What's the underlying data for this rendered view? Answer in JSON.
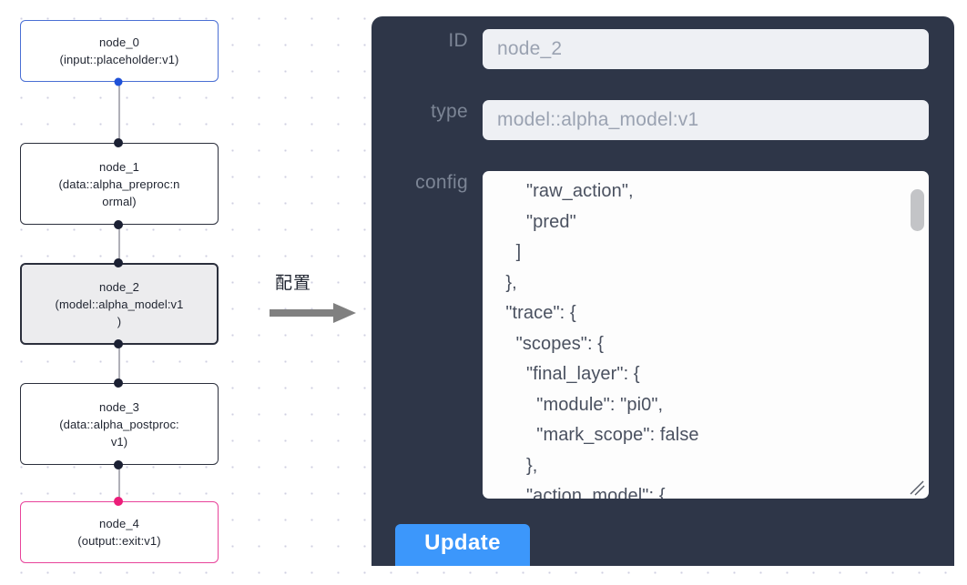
{
  "canvas": {
    "nodes": [
      {
        "id": "node_0",
        "title": "node_0",
        "subtitle": "(input::placeholder:v1)",
        "kind": "input"
      },
      {
        "id": "node_1",
        "title": "node_1",
        "subtitle": "(data::alpha_preproc:n\normal)",
        "kind": "default"
      },
      {
        "id": "node_2",
        "title": "node_2",
        "subtitle": "(model::alpha_model:v1\n)",
        "kind": "selected"
      },
      {
        "id": "node_3",
        "title": "node_3",
        "subtitle": "(data::alpha_postproc:\nv1)",
        "kind": "default"
      },
      {
        "id": "node_4",
        "title": "node_4",
        "subtitle": "(output::exit:v1)",
        "kind": "output"
      }
    ],
    "colors": {
      "input_border": "#4a6fd4",
      "output_border": "#e8439a",
      "default_border": "#2b2f3c",
      "selected_fill": "#ececee",
      "edge": "#b0b0b8",
      "handle": "#1b2033",
      "handle_input": "#1f51d8",
      "handle_output": "#ec1d79"
    }
  },
  "annotation": {
    "label": "配置",
    "arrow_icon": "arrow-right-icon"
  },
  "panel": {
    "background": "#2e3648",
    "fields": {
      "id": {
        "label": "ID",
        "value": "node_2",
        "placeholder": "node_2"
      },
      "type": {
        "label": "type",
        "value": "model::alpha_model:v1",
        "placeholder": "model::alpha_model:v1"
      },
      "config": {
        "label": "config",
        "value": "      \"raw_action\",\n      \"pred\"\n    ]\n  },\n  \"trace\": {\n    \"scopes\": {\n      \"final_layer\": {\n        \"module\": \"pi0\",\n        \"mark_scope\": false\n      },\n      \"action_model\": {"
      }
    },
    "update_button": {
      "label": "Update",
      "color": "#3c97fb"
    },
    "scrollbar": {
      "thumb_color": "#c3c4c7"
    }
  }
}
